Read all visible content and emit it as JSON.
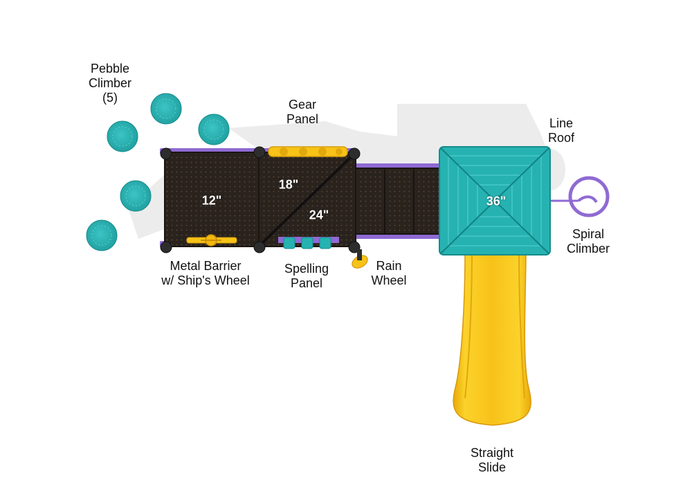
{
  "colors": {
    "deck": "#2a231d",
    "deck_dot": "#514538",
    "purple": "#8f6ad3",
    "teal": "#27b2b2",
    "teal_dark": "#1a9a9a",
    "yellow": "#f7c318",
    "yellow_dark": "#e1a40c",
    "shadow": "#e7e7e7",
    "post": "#2b2b2b"
  },
  "labels": {
    "pebble": [
      "Pebble",
      "Climber",
      "(5)"
    ],
    "gear": [
      "Gear",
      "Panel"
    ],
    "roof": [
      "Line",
      "Roof"
    ],
    "spiral": [
      "Spiral",
      "Climber"
    ],
    "barrier": [
      "Metal Barrier",
      "w/ Ship's Wheel"
    ],
    "spelling": [
      "Spelling",
      "Panel"
    ],
    "rain": [
      "Rain",
      "Wheel"
    ],
    "slide": [
      "Straight",
      "Slide"
    ]
  },
  "heights": {
    "deck_12": "12\"",
    "deck_18": "18\"",
    "deck_24": "24\"",
    "deck_36": "36\""
  }
}
